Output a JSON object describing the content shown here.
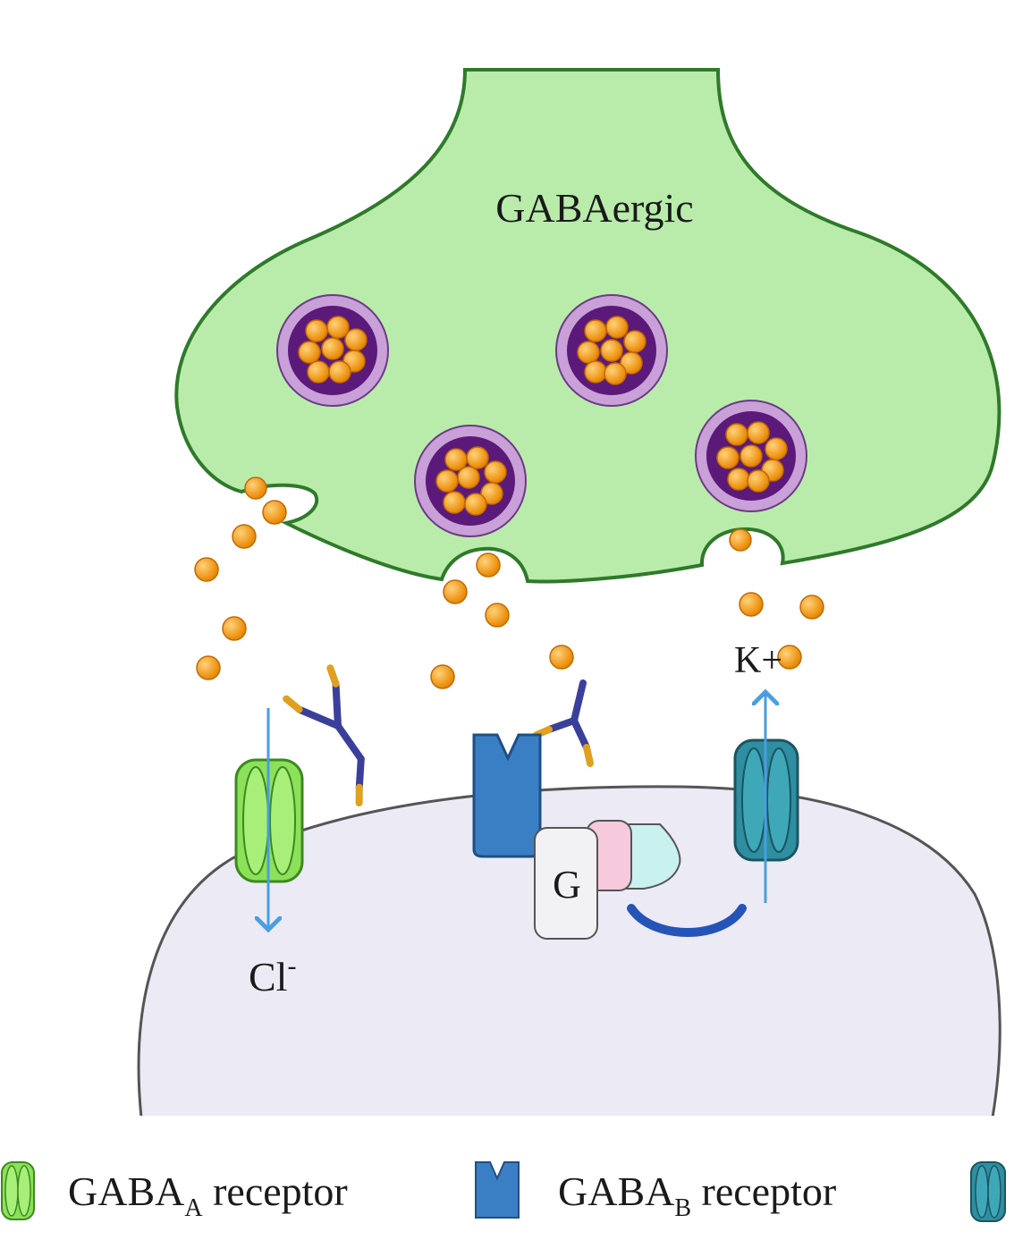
{
  "labels": {
    "presynaptic": "GABAergic",
    "chloride_ion": "Cl",
    "chloride_charge": "-",
    "potassium_ion": "K+",
    "g_protein": "G"
  },
  "legend": {
    "items": [
      {
        "name": "GABA",
        "subscript": "A",
        "suffix": "receptor",
        "icon": "gaba-a-receptor-icon"
      },
      {
        "name": "GABA",
        "subscript": "B",
        "suffix": "receptor",
        "icon": "gaba-b-receptor-icon"
      },
      {
        "name": "",
        "subscript": "",
        "suffix": "",
        "icon": "potassium-channel-icon"
      }
    ]
  },
  "colors": {
    "presynaptic_fill": "#b9ecab",
    "presynaptic_stroke": "#2f7a2a",
    "postsynaptic_fill": "#eceaf4",
    "postsynaptic_stroke": "#555555",
    "vesicle_outer": "#c9a0d8",
    "vesicle_inner": "#5b1a7a",
    "gaba_molecule": "#f39a10",
    "gaba_a_receptor": "#8de15a",
    "gaba_b_receptor": "#3a7fc4",
    "k_channel": "#2f8ea0",
    "antibody": "#3b3f9c",
    "arrow": "#4a9ee0"
  }
}
